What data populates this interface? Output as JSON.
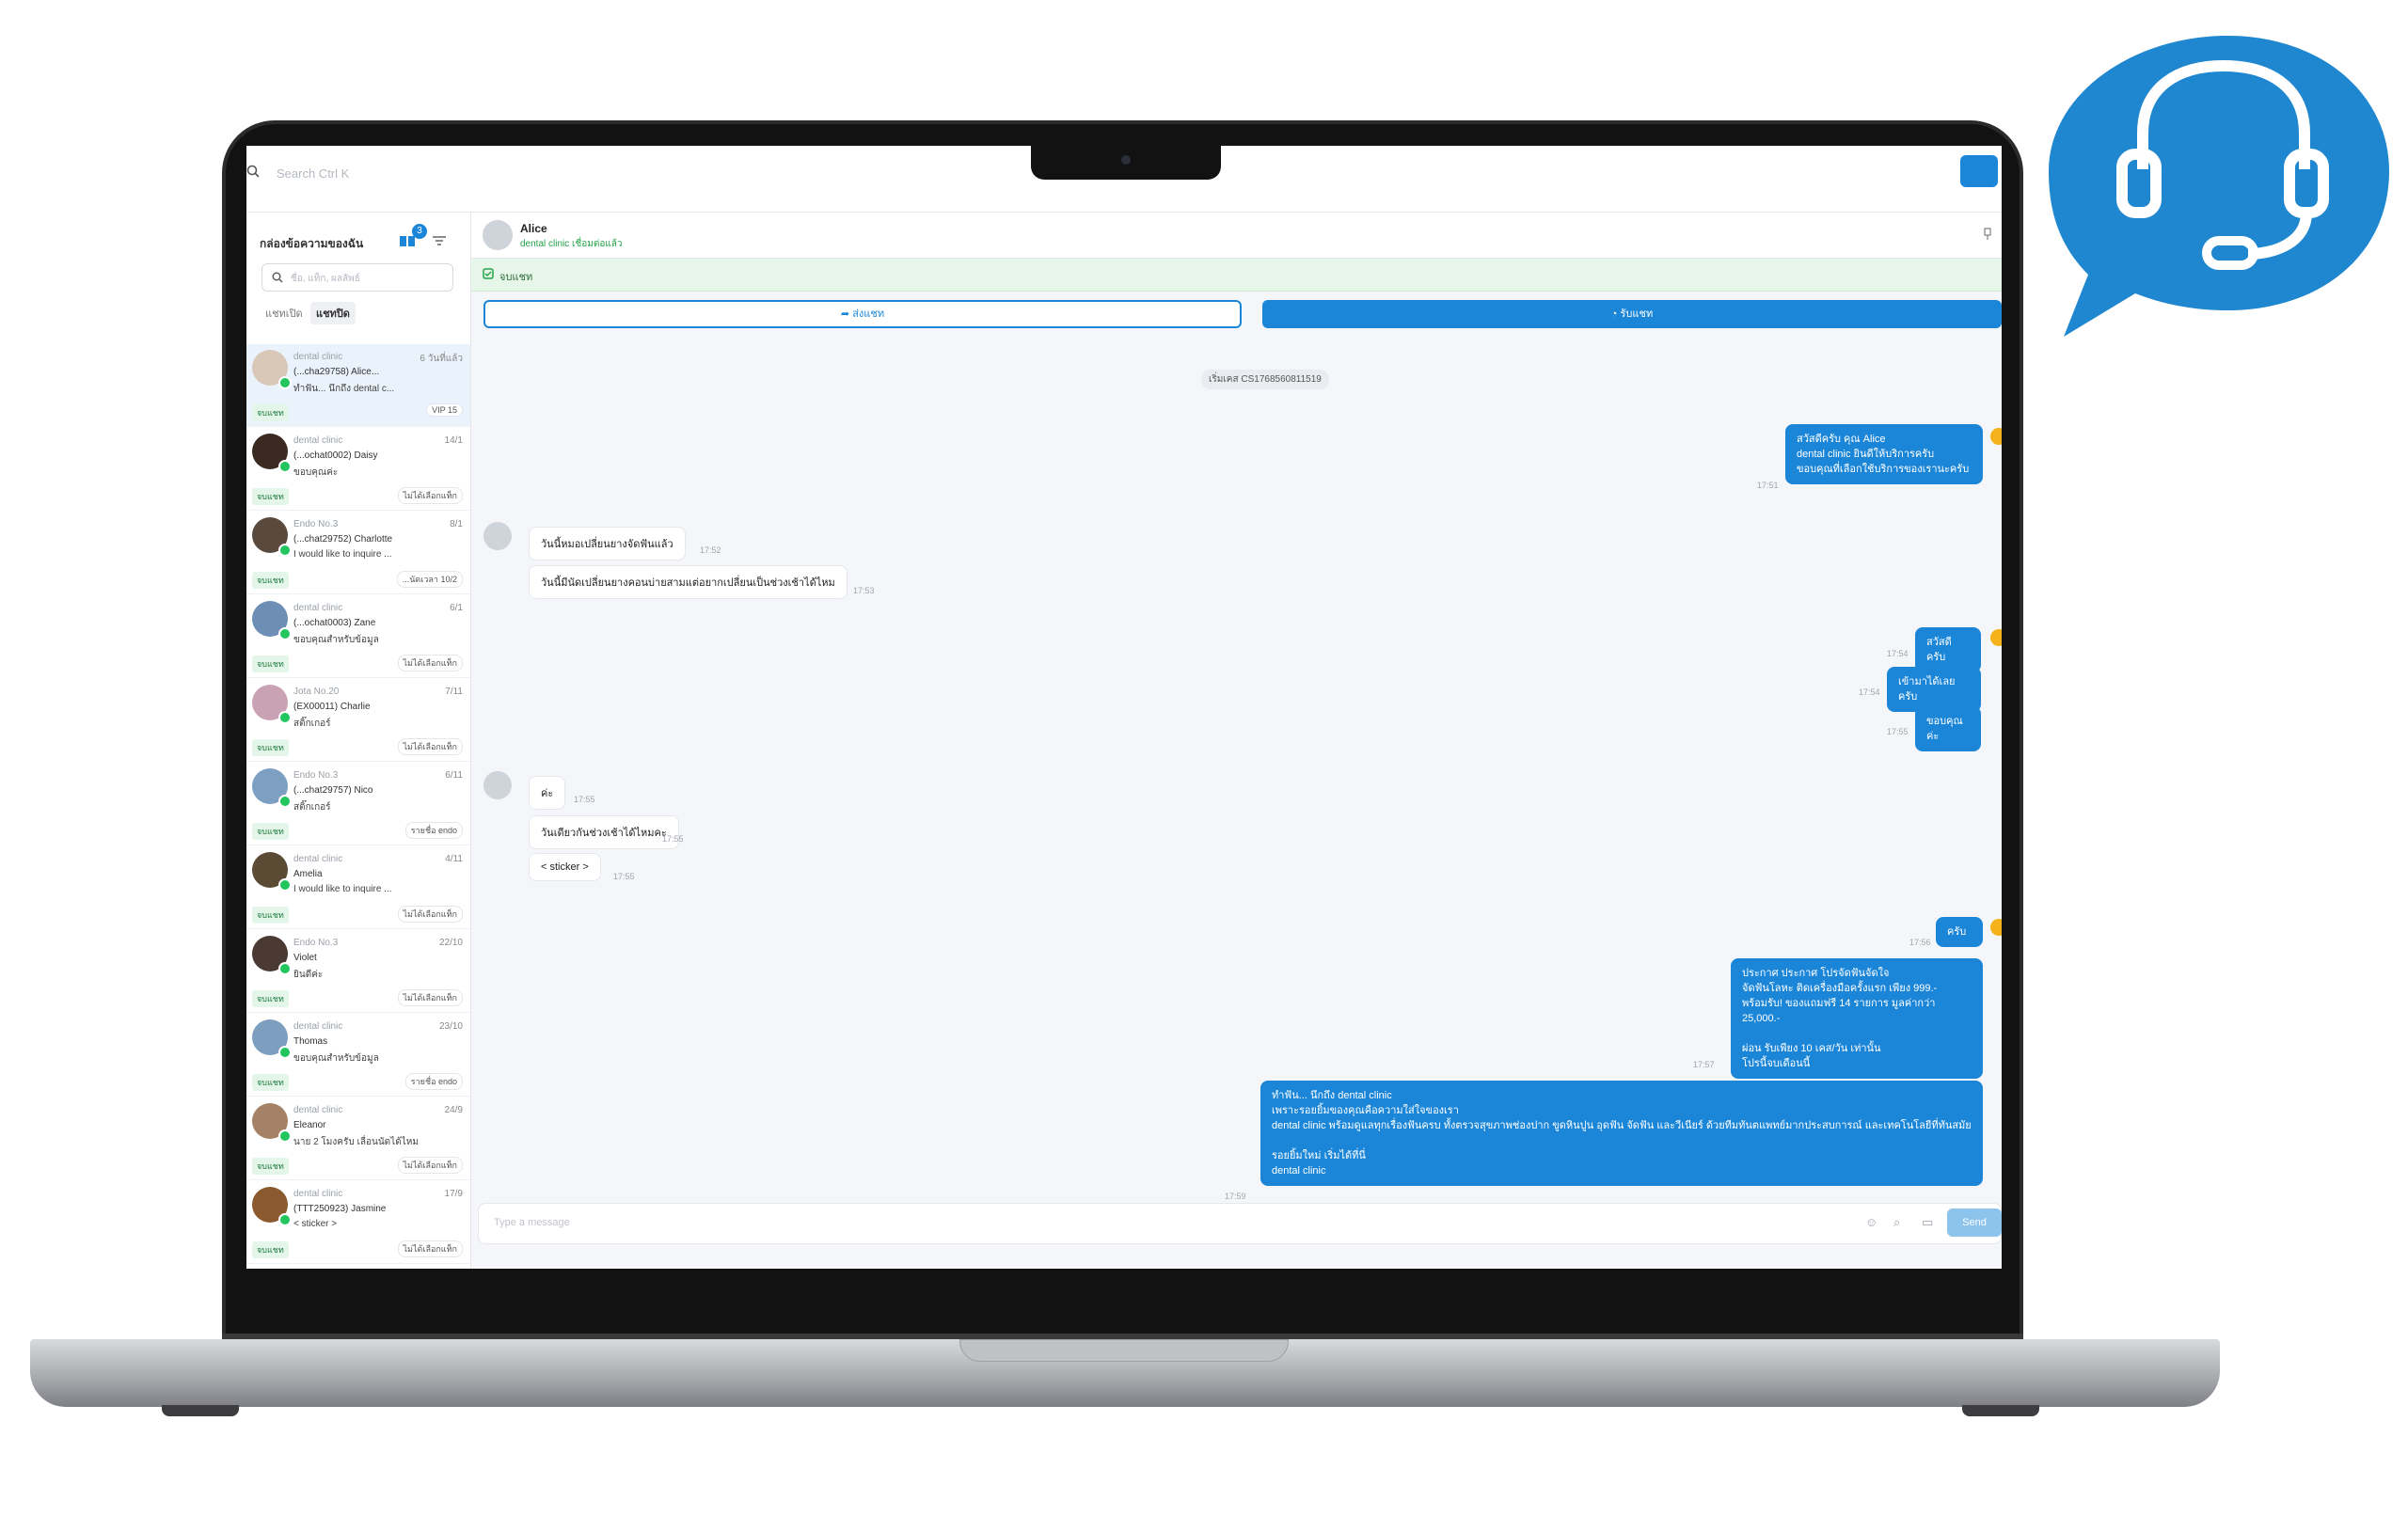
{
  "topbar": {
    "search_placeholder": "Search  Ctrl K"
  },
  "sidebar": {
    "title": "กล่องข้อความของฉัน",
    "badge_count": "3",
    "search_placeholder": "ชื่อ, แท็ก, ผลลัพธ์",
    "tabs": [
      "แชทเปิด",
      "แชทปิด"
    ],
    "items": [
      {
        "source": "dental clinic",
        "time": "6 วันที่แล้ว",
        "name": "(...cha29758) Alice...",
        "msg": "ทำฟัน... นึกถึง dental c...",
        "tag": "จบแชท",
        "tag2": "VIP 15",
        "active": true,
        "color": "#d9c7b8"
      },
      {
        "source": "dental clinic",
        "time": "14/1",
        "name": "(...ochat0002) Daisy",
        "msg": "ขอบคุณค่ะ",
        "tag": "จบแชท",
        "tag2": "ไม่ได้เลือกแท็ก",
        "color": "#3a2a22"
      },
      {
        "source": "Endo No.3",
        "time": "8/1",
        "name": "(...chat29752) Charlotte",
        "msg": "I would like to inquire ...",
        "tag": "จบแชท",
        "tag2": "...นัดเวลา 10/2",
        "color": "#5a4a3e"
      },
      {
        "source": "dental clinic",
        "time": "6/1",
        "name": "(...ochat0003) Zane",
        "msg": "ขอบคุณสำหรับข้อมูล",
        "tag": "จบแชท",
        "tag2": "ไม่ได้เลือกแท็ก",
        "color": "#6d8fb5"
      },
      {
        "source": "Jota No.20",
        "time": "7/11",
        "name": "(EX00011) Charlie",
        "msg": "สติ๊กเกอร์",
        "tag": "จบแชท",
        "tag2": "ไม่ได้เลือกแท็ก",
        "color": "#c9a3b3"
      },
      {
        "source": "Endo No.3",
        "time": "6/11",
        "name": "(...chat29757) Nico",
        "msg": "สติ๊กเกอร์",
        "tag": "จบแชท",
        "tag2": "รายชื่อ endo",
        "color": "#7da0c2"
      },
      {
        "source": "dental clinic",
        "time": "4/11",
        "name": "Amelia",
        "msg": "I would like to inquire ...",
        "tag": "จบแชท",
        "tag2": "ไม่ได้เลือกแท็ก",
        "color": "#5b4b35"
      },
      {
        "source": "Endo No.3",
        "time": "22/10",
        "name": "Violet",
        "msg": "ยินดีค่ะ",
        "tag": "จบแชท",
        "tag2": "ไม่ได้เลือกแท็ก",
        "color": "#4a3a33"
      },
      {
        "source": "dental clinic",
        "time": "23/10",
        "name": "Thomas",
        "msg": "ขอบคุณสำหรับข้อมูล",
        "tag": "จบแชท",
        "tag2": "รายชื่อ endo",
        "color": "#7e9ec0"
      },
      {
        "source": "dental clinic",
        "time": "24/9",
        "name": "Eleanor",
        "msg": "นาย 2 โมงครับ เลื่อนนัดได้ไหม",
        "tag": "จบแชท",
        "tag2": "ไม่ได้เลือกแท็ก",
        "color": "#a38265"
      },
      {
        "source": "dental clinic",
        "time": "17/9",
        "name": "(TTT250923) Jasmine",
        "msg": "< sticker >",
        "tag": "จบแชท",
        "tag2": "ไม่ได้เลือกแท็ก",
        "color": "#8a5a2e"
      }
    ]
  },
  "chat": {
    "name": "Alice",
    "sub": "dental clinic  เชื่อมต่อแล้ว",
    "green_bar": "จบแชท",
    "btn_transfer": "ส่งแชท",
    "btn_resolve": "รับแชท",
    "case_id": "เริ่มเคส CS1768560811519",
    "in_msgs": [
      {
        "text": "วันนี้หมอเปลี่ยนยางจัดฟันแล้ว",
        "time": "17:52"
      },
      {
        "text": "วันนี้มีนัดเปลี่ยนยางคอนบ่ายสามแต่อยากเปลี่ยนเป็นช่วงเช้าได้ไหม",
        "time": "17:53"
      },
      {
        "text": "ค่ะ",
        "time": "17:55"
      },
      {
        "text": "วันเดียวกันช่วงเช้าได้ไหมคะ",
        "time": "17:55"
      },
      {
        "text": "< sticker >",
        "time": "17:55"
      }
    ],
    "out_msgs": [
      {
        "text": "สวัสดีครับ คุณ Alice\ndental clinic ยินดีให้บริการครับ\nขอบคุณที่เลือกใช้บริการของเรานะครับ",
        "time": "17:51"
      },
      {
        "text": "สวัสดีครับ",
        "time": "17:54"
      },
      {
        "text": "เข้ามาได้เลยครับ",
        "time": "17:54"
      },
      {
        "text": "ขอบคุณค่ะ",
        "time": "17:55"
      },
      {
        "text": "ครับ",
        "time": "17:56"
      },
      {
        "text": "ประกาศ ประกาศ โปรจัดฟันจัดใจ\nจัดฟันโลหะ ติดเครื่องมือครั้งแรก เพียง 999.-\nพร้อมรับ! ของแถมฟรี 14 รายการ มูลค่ากว่า 25,000.-\n\nผ่อน รับเพียง 10 เคส/วัน เท่านั้น\nโปรนี้จบเดือนนี้",
        "time": "17:57"
      },
      {
        "text": "ทำฟัน... นึกถึง dental clinic\nเพราะรอยยิ้มของคุณคือความใส่ใจของเรา\ndental clinic พร้อมดูแลทุกเรื่องฟันครบ ทั้งตรวจสุขภาพช่องปาก ขูดหินปูน อุดฟัน จัดฟัน และวีเนียร์ ด้วยทีมทันตแพทย์มากประสบการณ์ และเทคโนโลยีที่ทันสมัย\n\nรอยยิ้มใหม่ เริ่มได้ที่นี่\ndental clinic",
        "time": "17:59"
      }
    ],
    "input_placeholder": "Type a message",
    "send_label": "Send"
  },
  "colors": {
    "accent": "#1b86d8",
    "online": "#22c55e",
    "bubble": "#1f87d0"
  }
}
